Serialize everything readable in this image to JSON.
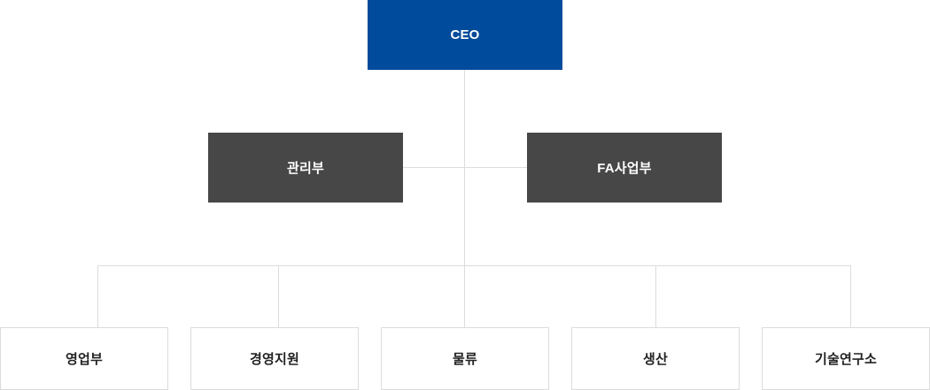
{
  "chart_type": "org-chart",
  "colors": {
    "ceo_box": "#004b9b",
    "dept_box": "#474747",
    "team_box_border": "#dcdcdc",
    "connector": "#dcdcdc",
    "background": "#ffffff"
  },
  "nodes": {
    "ceo": {
      "label": "CEO"
    },
    "departments": [
      {
        "label": "관리부"
      },
      {
        "label": "FA사업부"
      }
    ],
    "teams": [
      {
        "label": "영업부"
      },
      {
        "label": "경영지원"
      },
      {
        "label": "물류"
      },
      {
        "label": "생산"
      },
      {
        "label": "기술연구소"
      }
    ]
  }
}
